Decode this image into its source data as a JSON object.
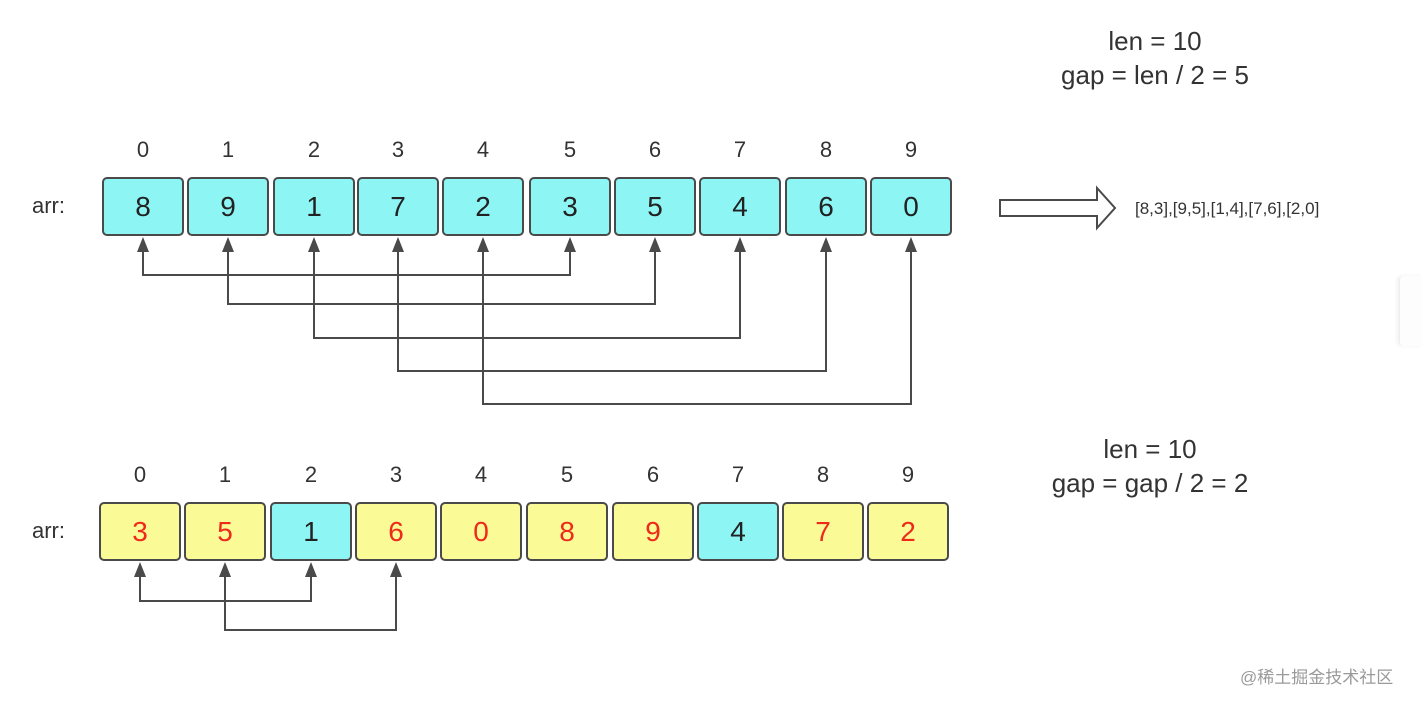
{
  "panels": [
    {
      "label": "arr:",
      "indices": [
        "0",
        "1",
        "2",
        "3",
        "4",
        "5",
        "6",
        "7",
        "8",
        "9"
      ],
      "values": [
        "8",
        "9",
        "1",
        "7",
        "2",
        "3",
        "5",
        "4",
        "6",
        "0"
      ],
      "cell_states": [
        "base",
        "base",
        "base",
        "base",
        "base",
        "base",
        "base",
        "base",
        "base",
        "base"
      ],
      "formula_line1": "len = 10",
      "formula_line2": "gap = len / 2 = 5",
      "result": "[8,3],[9,5],[1,4],[7,6],[2,0]",
      "gap": 5
    },
    {
      "label": "arr:",
      "indices": [
        "0",
        "1",
        "2",
        "3",
        "4",
        "5",
        "6",
        "7",
        "8",
        "9"
      ],
      "values": [
        "3",
        "5",
        "1",
        "6",
        "0",
        "8",
        "9",
        "4",
        "7",
        "2"
      ],
      "cell_states": [
        "changed",
        "changed",
        "base",
        "changed",
        "changed",
        "changed",
        "changed",
        "base",
        "changed",
        "changed"
      ],
      "formula_line1": "len = 10",
      "formula_line2": "gap = gap / 2 = 2",
      "gap": 2
    }
  ],
  "colors": {
    "base_fill": "#8ef5f5",
    "changed_fill": "#fafa96",
    "base_text": "#222222",
    "changed_text": "#ee2a1b",
    "line": "#4a4a4a"
  },
  "watermark": "@稀土掘金技术社区"
}
